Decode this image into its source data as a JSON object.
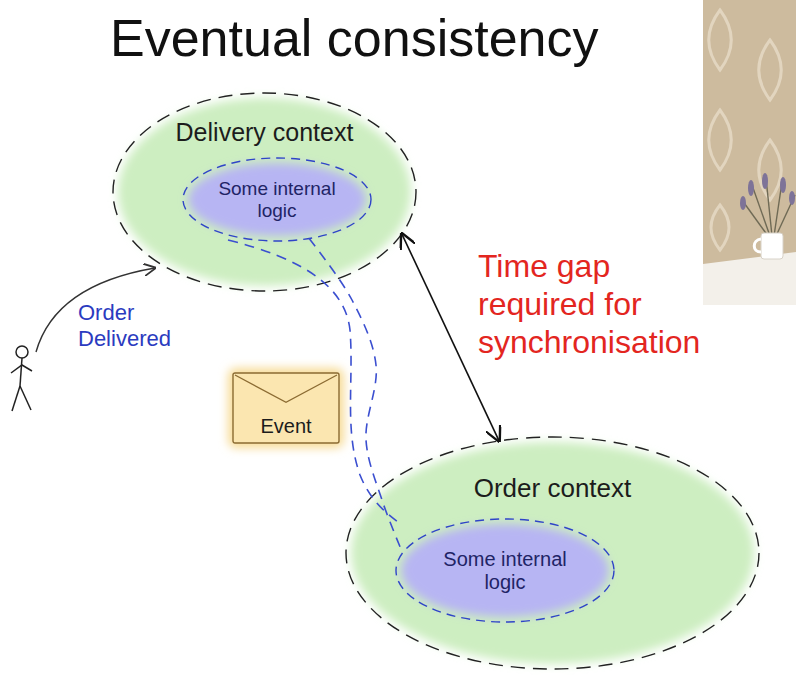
{
  "diagram": {
    "title": "Eventual consistency",
    "nodes": [
      {
        "text": [
          "Delivery context"
        ]
      },
      {
        "text": [
          "Some internal logic"
        ],
        "in": 0
      },
      {
        "text": [
          "Event"
        ]
      },
      {
        "text": [
          "Order context"
        ]
      },
      {
        "text": [
          "Some internal logic"
        ],
        "in": 3
      }
    ],
    "edges": [
      {
        "from": 1,
        "to": 4,
        "arrow": "none"
      },
      {
        "from": 0,
        "to": 3,
        "arrow": "both"
      }
    ],
    "labels": [
      "Order Delivered",
      "Time gap required for synchronisation"
    ]
  }
}
